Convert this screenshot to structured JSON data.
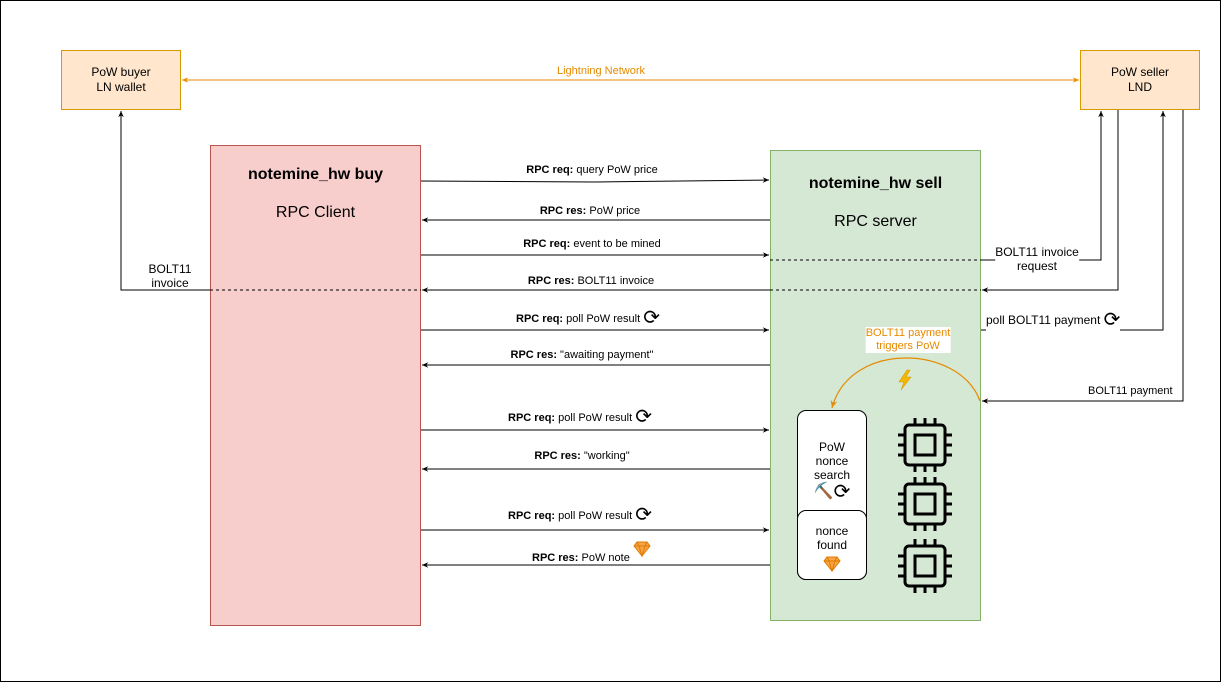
{
  "nodes": {
    "buyer": {
      "line1": "PoW buyer",
      "line2": "LN wallet"
    },
    "seller": {
      "line1": "PoW seller",
      "line2": "LND"
    },
    "buy_panel": {
      "title": "notemine_hw buy",
      "subtitle": "RPC Client"
    },
    "sell_panel": {
      "title": "notemine_hw sell",
      "subtitle": "RPC server"
    },
    "nonce_search": {
      "line1": "PoW",
      "line2": "nonce",
      "line3": "search"
    },
    "nonce_found": {
      "line1": "nonce",
      "line2": "found"
    }
  },
  "edges": {
    "lightning": "Lightning Network",
    "m1": {
      "prefix": "RPC req:",
      "text": "query PoW price"
    },
    "m2": {
      "prefix": "RPC res:",
      "text": "PoW price"
    },
    "m3": {
      "prefix": "RPC req:",
      "text": "event to be mined"
    },
    "m4": {
      "prefix": "RPC res:",
      "text": "BOLT11 invoice"
    },
    "m5": {
      "prefix": "RPC req:",
      "text": "poll PoW result"
    },
    "m6": {
      "prefix": "RPC res:",
      "text": "\"awaiting payment\""
    },
    "m7": {
      "prefix": "RPC req:",
      "text": "poll PoW result"
    },
    "m8": {
      "prefix": "RPC res:",
      "text": "\"working\""
    },
    "m9": {
      "prefix": "RPC req:",
      "text": "poll PoW result"
    },
    "m10": {
      "prefix": "RPC res:",
      "text": "PoW note"
    },
    "bolt11_invoice_buyer": {
      "line1": "BOLT11",
      "line2": "invoice"
    },
    "bolt11_request": {
      "line1": "BOLT11 invoice",
      "line2": "request"
    },
    "poll_payment": "poll BOLT11 payment",
    "bolt11_payment": "BOLT11 payment",
    "trigger": {
      "line1": "BOLT11 payment",
      "line2": "triggers PoW"
    }
  },
  "icons": [
    "cycle-icon",
    "pickaxe-icon",
    "gem-icon",
    "lightning-bolt-icon",
    "cpu-chip-icon"
  ],
  "colors": {
    "buyer_seller_fill": "#ffe6cc",
    "buyer_seller_stroke": "#d79b00",
    "buy_panel_fill": "#f8cecc",
    "buy_panel_stroke": "#b85450",
    "sell_panel_fill": "#d5e8d4",
    "sell_panel_stroke": "#82b366",
    "lightning_edge": "#e68a00"
  }
}
